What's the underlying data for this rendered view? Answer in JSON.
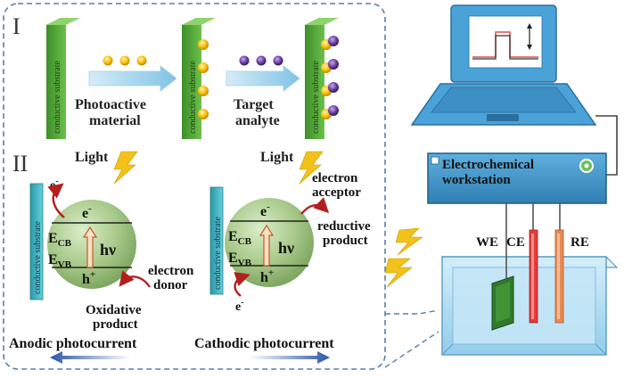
{
  "colors": {
    "panel_border": "#5a7fa8",
    "substrate_green": "#57a83c",
    "substrate_dark": "#2e7020",
    "substrate_cyan": "#3fb6c6",
    "sphere_green": "#a8c98a",
    "laptop_screen": "#4aa3d8",
    "workstation_blue": "#3f94c8",
    "cell_blue": "#9fd3ee",
    "we_plate": "#2f7a2a",
    "ce_red": "#e53b3b",
    "re_orange": "#e88a55",
    "bolt_yellow": "#f2c21b",
    "arrow_blue": "#3c67b2",
    "curved_arrow_red": "#b31f1f",
    "particle_yellow": "#f4b900",
    "particle_purple": "#6b3fa0"
  },
  "panel1": {
    "roman": "I",
    "substrate_label": "conductive substrate",
    "step1_label": [
      "Photoactive",
      "material"
    ],
    "step2_label": [
      "Target",
      "analyte"
    ]
  },
  "panel2": {
    "roman": "II",
    "light_label": "Light",
    "substrate_label": "conductive substrate",
    "electron": "e",
    "e_cb": "E",
    "cb_sub": "CB",
    "e_vb": "E",
    "vb_sub": "VB",
    "hv": "hν",
    "hole": "h",
    "sup_minus": "-",
    "sup_plus": "+",
    "electron_donor": [
      "electron",
      "donor"
    ],
    "oxidative_product": [
      "Oxidative",
      "product"
    ],
    "electron_acceptor": [
      "electron",
      "acceptor"
    ],
    "reductive_product": [
      "reductive",
      "product"
    ],
    "anodic": "Anodic photocurrent",
    "cathodic": "Cathodic photocurrent"
  },
  "workstation": {
    "label_line1": "Electrochemical",
    "label_line2": "workstation"
  },
  "electrodes": {
    "we": "WE",
    "ce": "CE",
    "re": "RE"
  }
}
